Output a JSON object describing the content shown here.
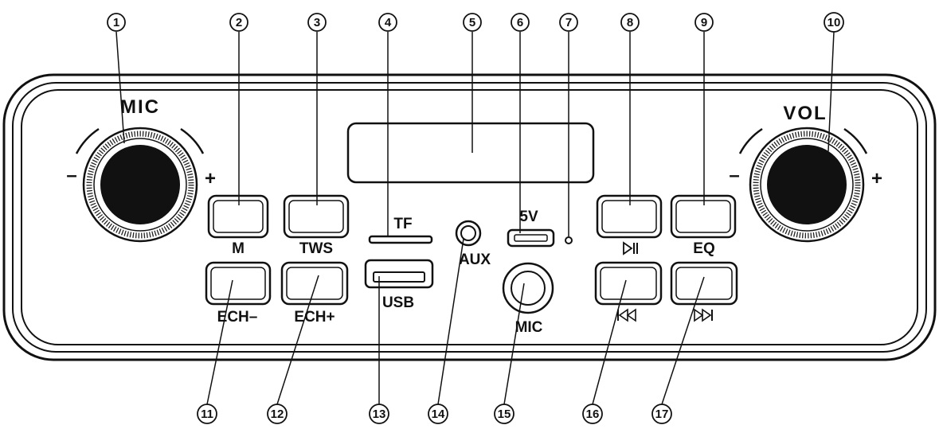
{
  "panel": {
    "labels": {
      "mic_knob": "MIC",
      "vol_knob": "VOL",
      "minus": "–",
      "plus": "+",
      "m": "M",
      "tws": "TWS",
      "tf": "TF",
      "aux": "AUX",
      "five_v": "5V",
      "usb": "USB",
      "mic_jack": "MIC",
      "ech_minus": "ECH–",
      "ech_plus": "ECH+",
      "eq": "EQ"
    },
    "icons": {
      "play_pause": "play-pause-icon",
      "previous": "previous-track-icon",
      "next": "next-track-icon"
    }
  },
  "callouts": {
    "top": [
      "1",
      "2",
      "3",
      "4",
      "5",
      "6",
      "7",
      "8",
      "9",
      "10"
    ],
    "bottom": [
      "11",
      "12",
      "13",
      "14",
      "15",
      "16",
      "17"
    ]
  }
}
